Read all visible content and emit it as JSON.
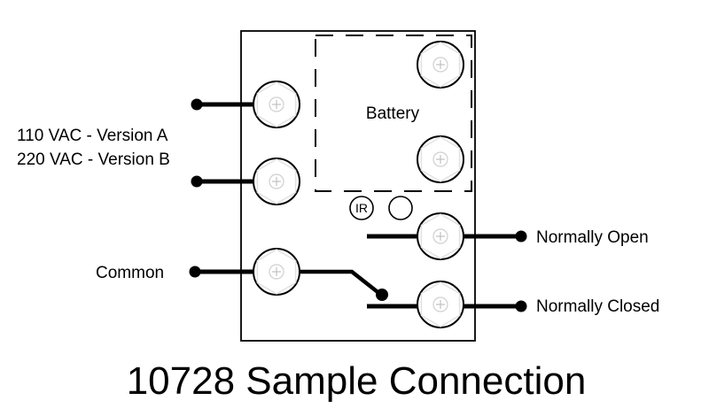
{
  "diagram": {
    "title": "10728 Sample Connection",
    "battery_label": "Battery",
    "ir_label": "IR",
    "labels": {
      "power_line1": "110 VAC - Version A",
      "power_line2": "220 VAC - Version B",
      "common": "Common",
      "normally_open": "Normally Open",
      "normally_closed": "Normally Closed"
    },
    "colors": {
      "line": "#000000",
      "terminal_screw": "#c8c8c8",
      "background": "#ffffff"
    }
  }
}
